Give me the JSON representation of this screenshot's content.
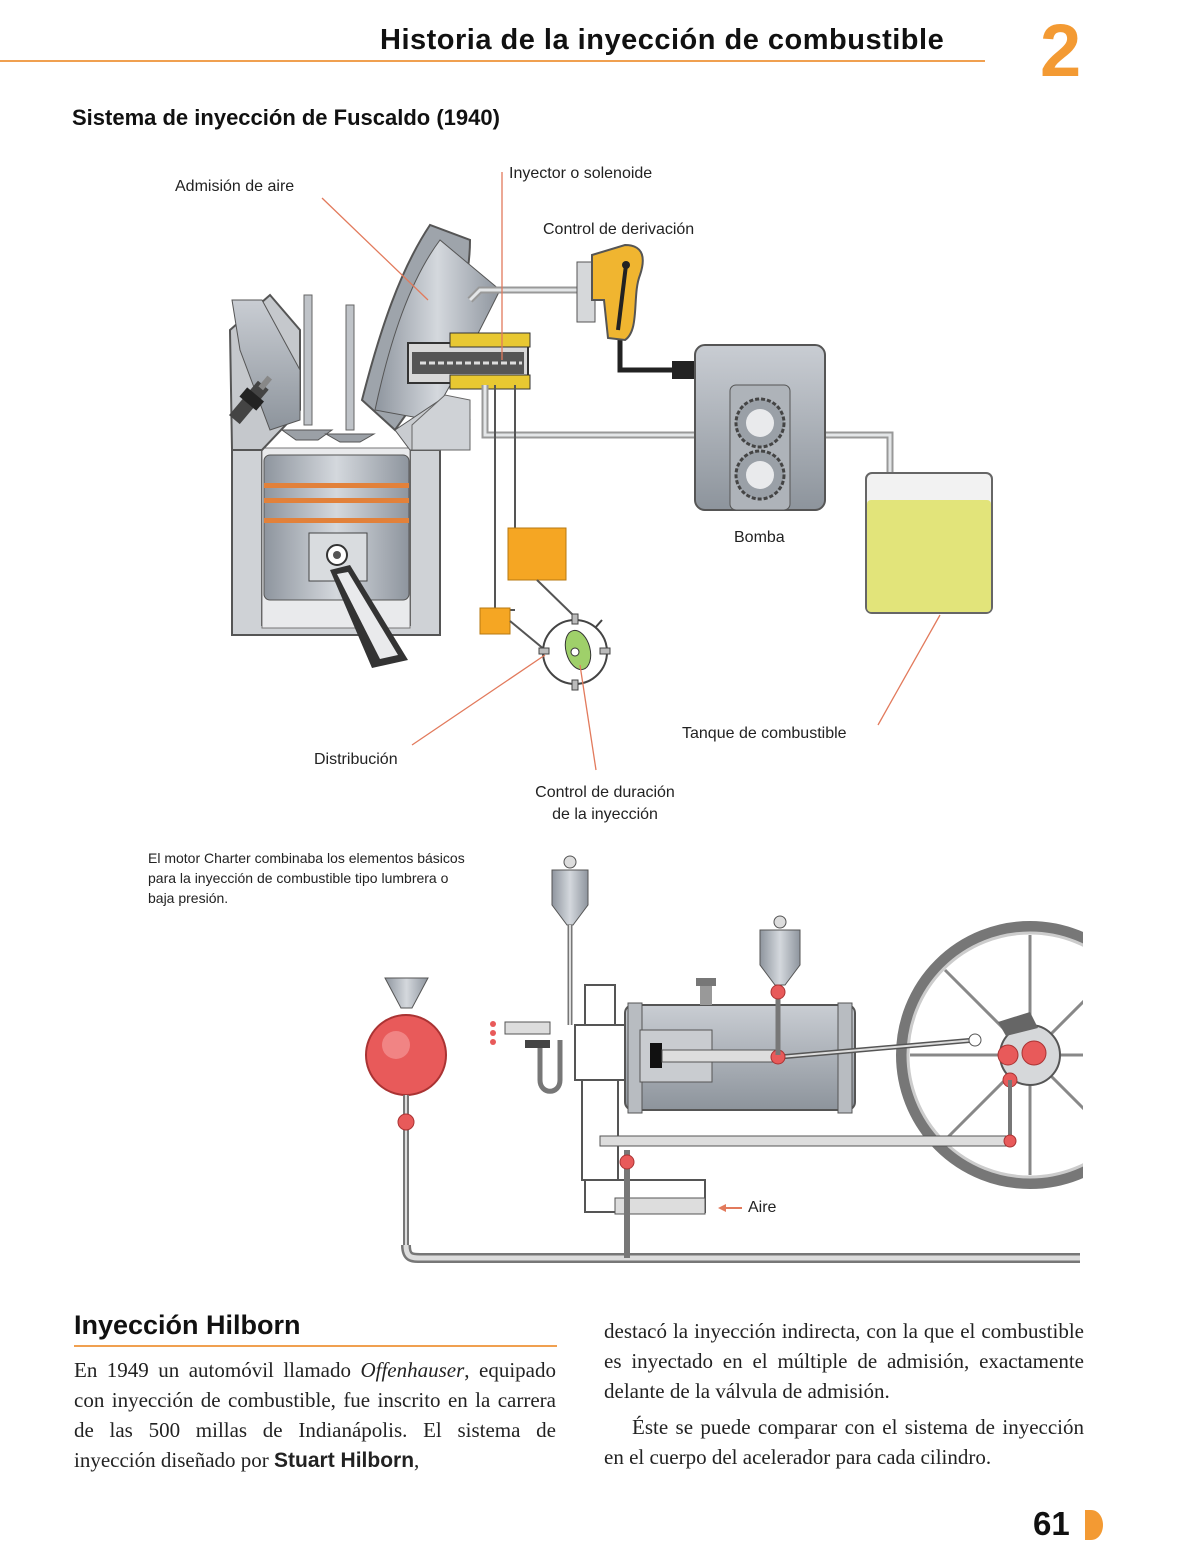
{
  "header": {
    "title": "Historia de la inyección de combustible",
    "chapter": "2"
  },
  "figure1": {
    "title": "Sistema de inyección de Fuscaldo (1940)",
    "labels": {
      "admision": "Admisión de aire",
      "inyector": "Inyector o solenoide",
      "derivacion": "Control de derivación",
      "bomba": "Bomba",
      "tanque": "Tanque de combustible",
      "distribucion": "Distribución",
      "duracion_1": "Control de duración",
      "duracion_2": "de la inyección"
    }
  },
  "figure2": {
    "caption": "El motor Charter combinaba los elementos básicos para la inyección de combustible tipo lumbrera o baja presión.",
    "aire_label": "Aire"
  },
  "section": {
    "title": "Inyección Hilborn",
    "p1_a": "En 1949 un automóvil llamado ",
    "p1_em": "Offenhauser",
    "p1_b": ", equipado con inyección de combustible, fue inscrito en la carrera de las 500 millas de Indianápolis. El sistema de inyección diseñado por ",
    "p1_strong": "Stuart Hilborn",
    "p1_c": ",",
    "p2": "destacó la inyección indirecta, con la que el combustible es inyectado en el múltiple de admisión, exactamente delante de la válvula de admisión.",
    "p3": "Éste se puede comparar con el sistema de inyección en el cuerpo del acelerador para cada cilindro."
  },
  "footer": {
    "page_number": "61"
  },
  "colors": {
    "accent": "#f39a33",
    "rule": "#f0a050",
    "fuel": "#e2e47a",
    "control_box": "#f5a623",
    "valve_red": "#e85a5a"
  }
}
